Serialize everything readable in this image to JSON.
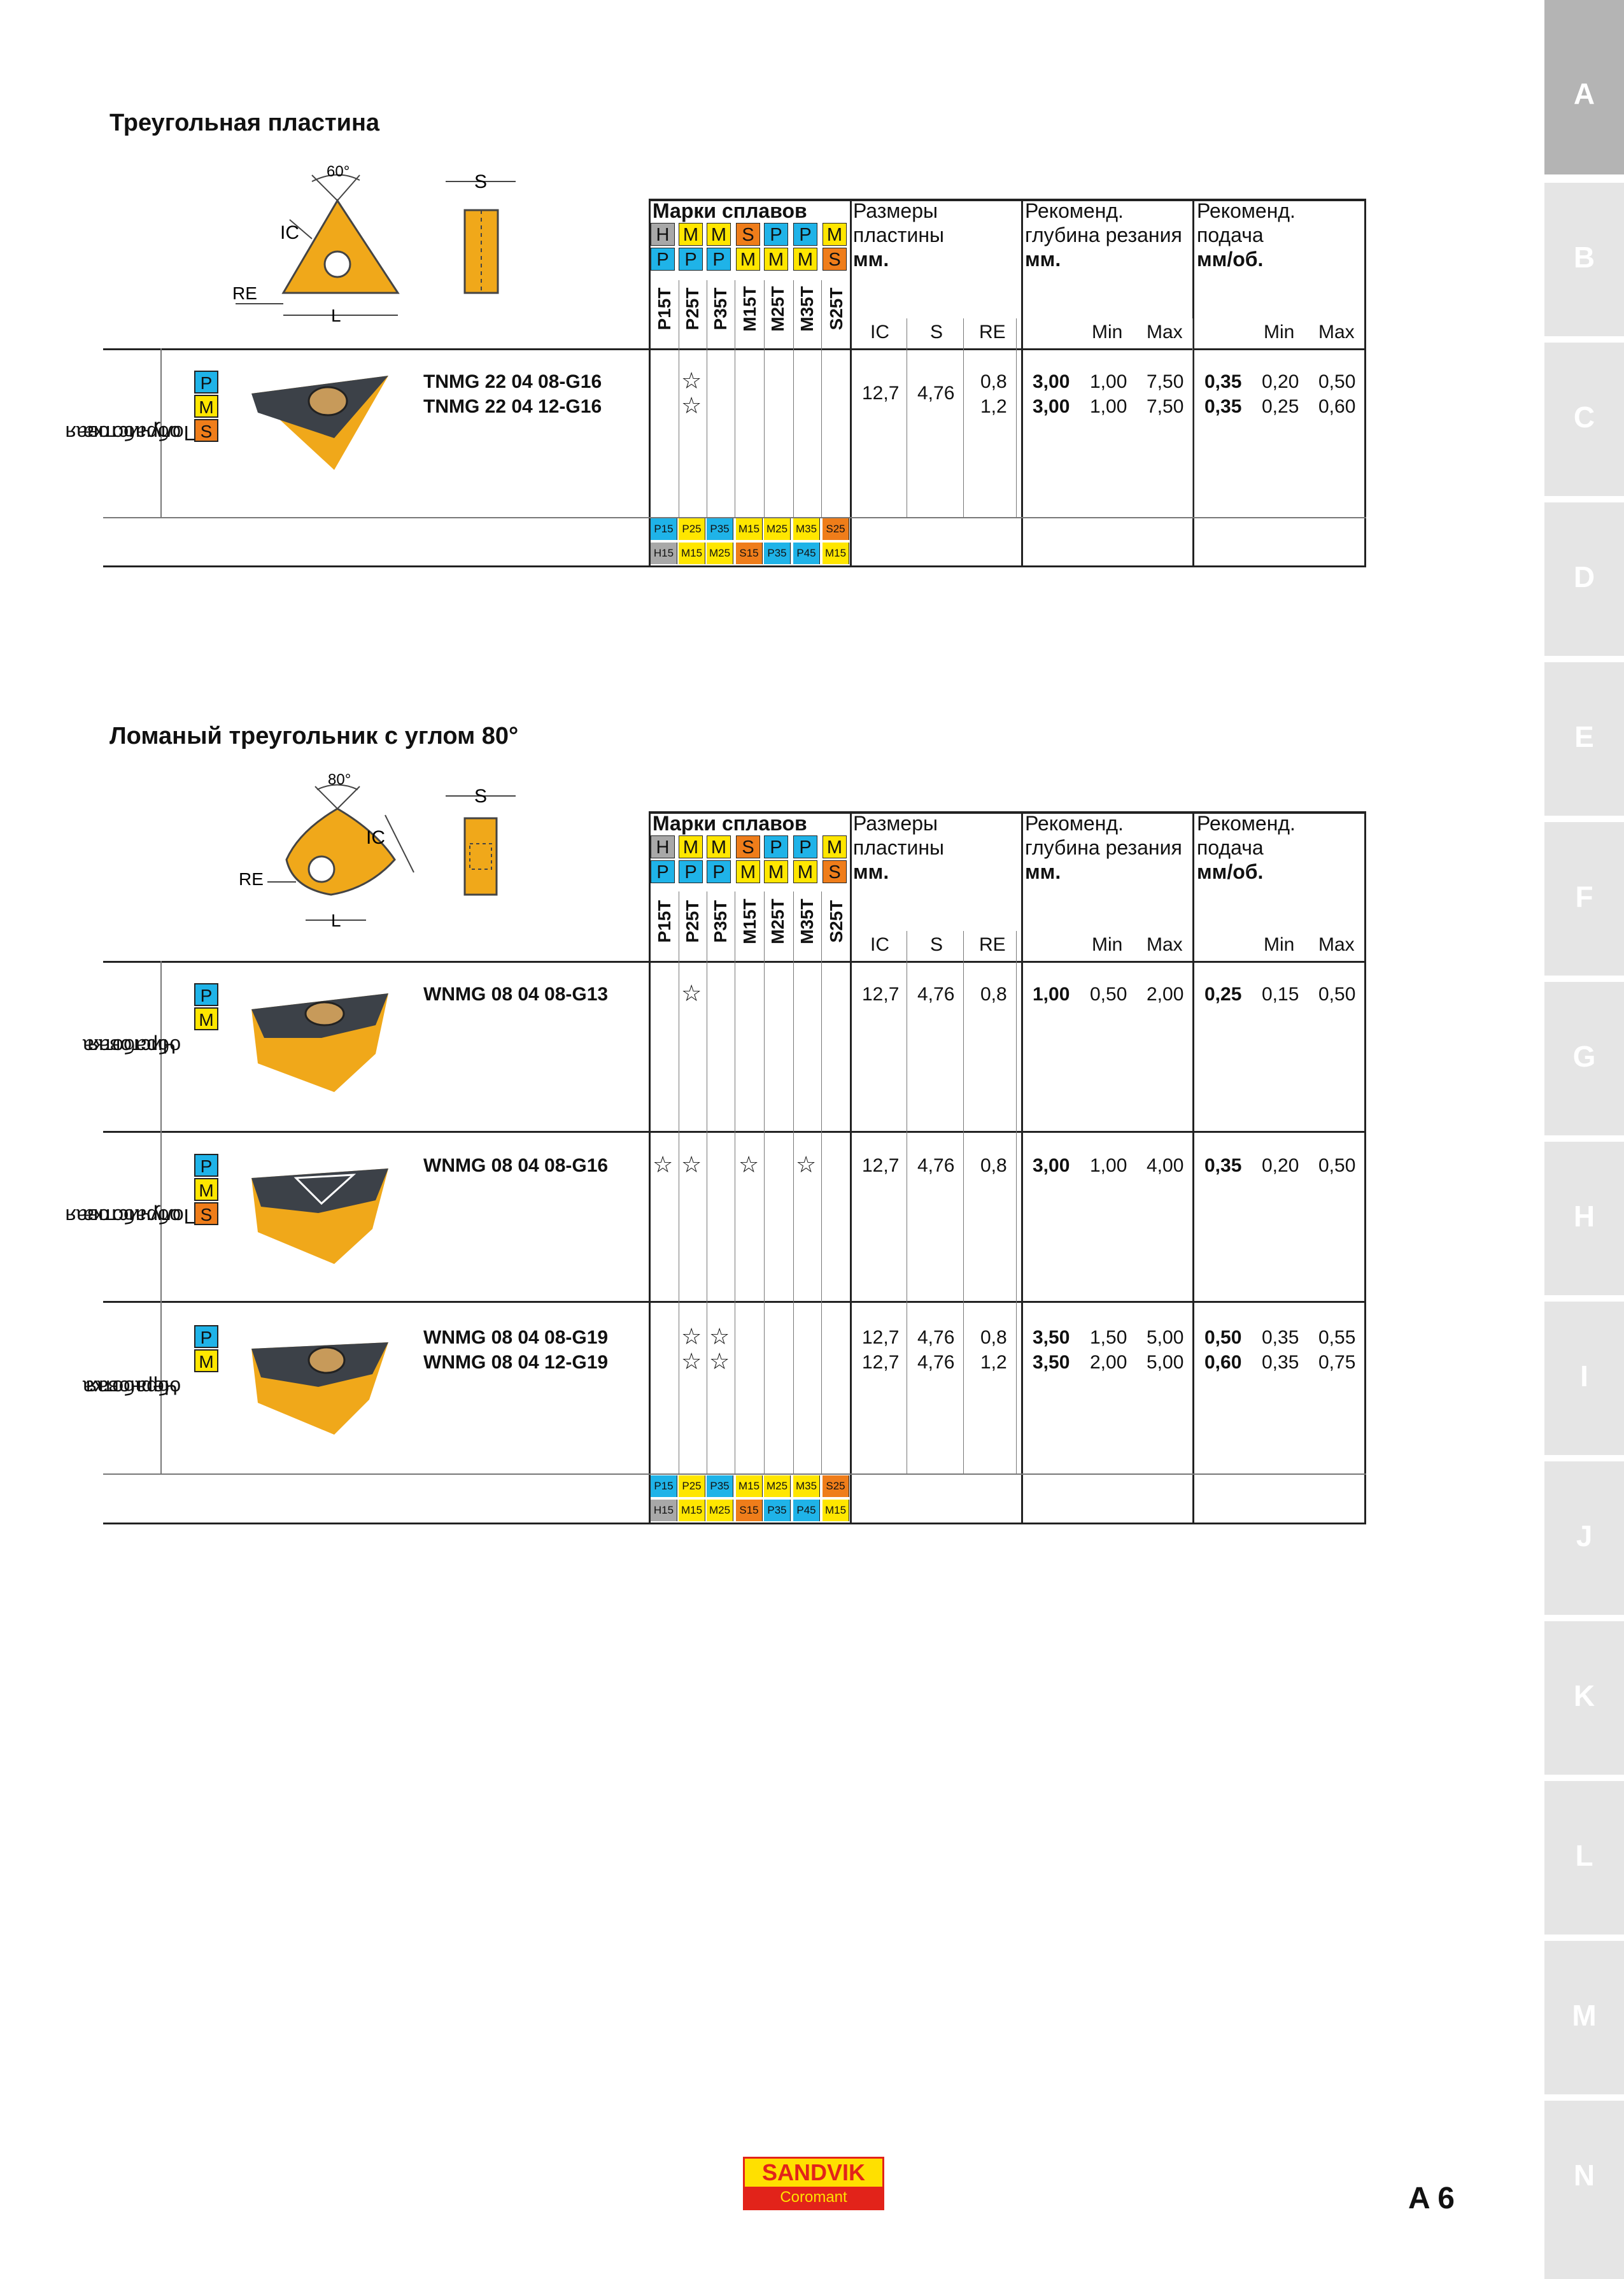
{
  "side_tabs": [
    "A",
    "B",
    "C",
    "D",
    "E",
    "F",
    "G",
    "H",
    "I",
    "J",
    "K",
    "L",
    "M",
    "N"
  ],
  "active_tab": "A",
  "section1": {
    "title": "Треугольная пластина",
    "diagram": {
      "angle": "60°",
      "ic": "IC",
      "re": "RE",
      "l": "L",
      "s": "S"
    },
    "header": {
      "grades_title": "Марки сплавов",
      "grade_row1": [
        "H",
        "M",
        "M",
        "S",
        "P",
        "P",
        "M"
      ],
      "grade_row2": [
        "P",
        "P",
        "P",
        "M",
        "M",
        "M",
        "S"
      ],
      "grades": [
        "P15T",
        "P25T",
        "P35T",
        "M15T",
        "M25T",
        "M35T",
        "S25T"
      ],
      "sizes_l1": "Размеры",
      "sizes_l2": "пластины",
      "sizes_l3": "мм.",
      "depth_l1": "Рекоменд.",
      "depth_l2": "глубина резания",
      "depth_l3": "мм.",
      "feed_l1": "Рекоменд.",
      "feed_l2": "подача",
      "feed_l3": "мм/об.",
      "ic": "IC",
      "s": "S",
      "re": "RE",
      "min": "Min",
      "max": "Max",
      "fmin": "Min",
      "fmax": "Max"
    },
    "row_label_l1": "Получистовая",
    "row_label_l2": "обработка",
    "materials": [
      "P",
      "M",
      "S"
    ],
    "codes": [
      "TNMG 22 04 08-G16",
      "TNMG 22 04 12-G16"
    ],
    "stars_l1": "☆",
    "stars_l2": "☆",
    "ic": "12,7",
    "s": "4,76",
    "re1": "0,8",
    "re2": "1,2",
    "ap1": "3,00",
    "apmin1": "1,00",
    "apmax1": "7,50",
    "ap2": "3,00",
    "apmin2": "1,00",
    "apmax2": "7,50",
    "f1": "0,35",
    "fmin1": "0,20",
    "fmax1": "0,50",
    "f2": "0,35",
    "fmin2": "0,25",
    "fmax2": "0,60",
    "foot_row1": [
      "P15",
      "P25",
      "P35",
      "M15",
      "M25",
      "M35",
      "S25"
    ],
    "foot_row2": [
      "H15",
      "M15",
      "M25",
      "S15",
      "P35",
      "P45",
      "M15"
    ]
  },
  "section2": {
    "title": "Ломаный треугольник с углом 80°",
    "diagram": {
      "angle": "80°",
      "ic": "IC",
      "re": "RE",
      "l": "L",
      "s": "S"
    },
    "rows": [
      {
        "label_l1": "Чистовая",
        "label_l2": "обработка",
        "materials": [
          "P",
          "M"
        ],
        "codes": [
          "WNMG 08 04 08-G13"
        ],
        "star_p25": "☆",
        "ic": "12,7",
        "s": "4,76",
        "re": "0,8",
        "ap": "1,00",
        "apmin": "0,50",
        "apmax": "2,00",
        "f": "0,25",
        "fmin": "0,15",
        "fmax": "0,50"
      },
      {
        "label_l1": "Получистовая",
        "label_l2": "обработка",
        "materials": [
          "P",
          "M",
          "S"
        ],
        "codes": [
          "WNMG 08 04 08-G16"
        ],
        "star_p15": "☆",
        "star_p25": "☆",
        "star_m15": "☆",
        "star_m35": "☆",
        "ic": "12,7",
        "s": "4,76",
        "re": "0,8",
        "ap": "3,00",
        "apmin": "1,00",
        "apmax": "4,00",
        "f": "0,35",
        "fmin": "0,20",
        "fmax": "0,50"
      },
      {
        "label_l1": "Черновая",
        "label_l2": "обработка",
        "materials": [
          "P",
          "M"
        ],
        "codes": [
          "WNMG 08 04 08-G19",
          "WNMG 08 04 12-G19"
        ],
        "star1_p25": "☆",
        "star1_p35": "☆",
        "star2_p25": "☆",
        "star2_p35": "☆",
        "ic1": "12,7",
        "s1": "4,76",
        "re1": "0,8",
        "ic2": "12,7",
        "s2": "4,76",
        "re2": "1,2",
        "ap1": "3,50",
        "apmin1": "1,50",
        "apmax1": "5,00",
        "ap2": "3,50",
        "apmin2": "2,00",
        "apmax2": "5,00",
        "f1": "0,50",
        "fmin1": "0,35",
        "fmax1": "0,55",
        "f2": "0,60",
        "fmin2": "0,35",
        "fmax2": "0,75"
      }
    ]
  },
  "footer": {
    "brand": "SANDVIK",
    "brand_sub": "Coromant",
    "page": "A 6"
  }
}
